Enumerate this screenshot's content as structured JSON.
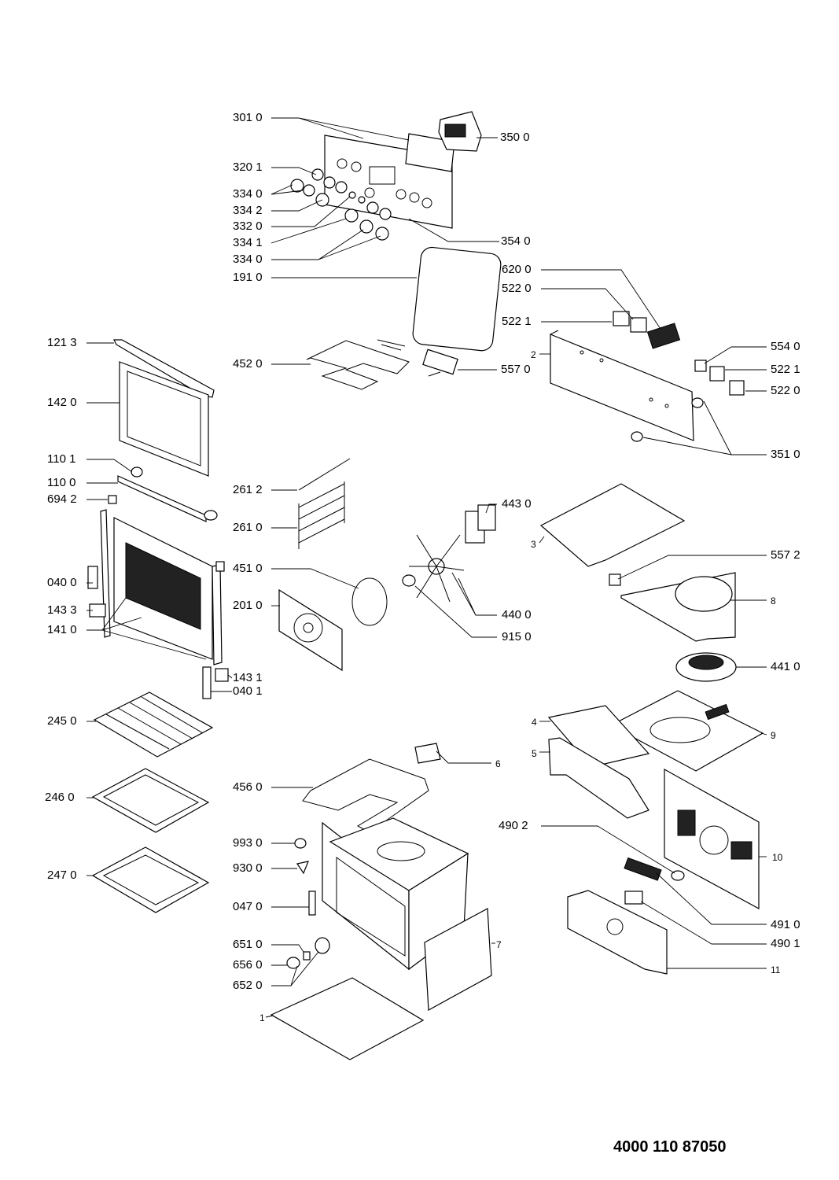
{
  "labels": {
    "l_301_0": "301 0",
    "l_350_0": "350 0",
    "l_320_1": "320 1",
    "l_334_0_a": "334 0",
    "l_334_2": "334 2",
    "l_332_0": "332 0",
    "l_334_1": "334 1",
    "l_334_0_b": "334 0",
    "l_354_0": "354 0",
    "l_191_0": "191 0",
    "l_620_0": "620 0",
    "l_522_0_a": "522 0",
    "l_522_1_a": "522 1",
    "l_2": "2",
    "l_554_0": "554 0",
    "l_522_1_b": "522 1",
    "l_522_0_b": "522 0",
    "l_121_3": "121 3",
    "l_452_0": "452 0",
    "l_557_0": "557 0",
    "l_142_0": "142 0",
    "l_351_0": "351 0",
    "l_110_1": "110 1",
    "l_110_0": "110 0",
    "l_694_2": "694 2",
    "l_261_2": "261 2",
    "l_261_0": "261 0",
    "l_443_0": "443 0",
    "l_3": "3",
    "l_451_0": "451 0",
    "l_557_2": "557 2",
    "l_040_0": "040 0",
    "l_201_0": "201 0",
    "l_143_3": "143 3",
    "l_141_0": "141 0",
    "l_440_0": "440 0",
    "l_915_0": "915 0",
    "l_8": "8",
    "l_441_0": "441 0",
    "l_143_1": "143 1",
    "l_040_1": "040 1",
    "l_245_0": "245 0",
    "l_4": "4",
    "l_9": "9",
    "l_6": "6",
    "l_5": "5",
    "l_246_0": "246 0",
    "l_456_0": "456 0",
    "l_490_2": "490 2",
    "l_993_0": "993 0",
    "l_10": "10",
    "l_247_0": "247 0",
    "l_930_0": "930 0",
    "l_047_0": "047 0",
    "l_491_0": "491 0",
    "l_651_0": "651 0",
    "l_490_1": "490 1",
    "l_7": "7",
    "l_656_0": "656 0",
    "l_11": "11",
    "l_652_0": "652 0",
    "l_1": "1"
  },
  "document_number": "4000 110 87050"
}
